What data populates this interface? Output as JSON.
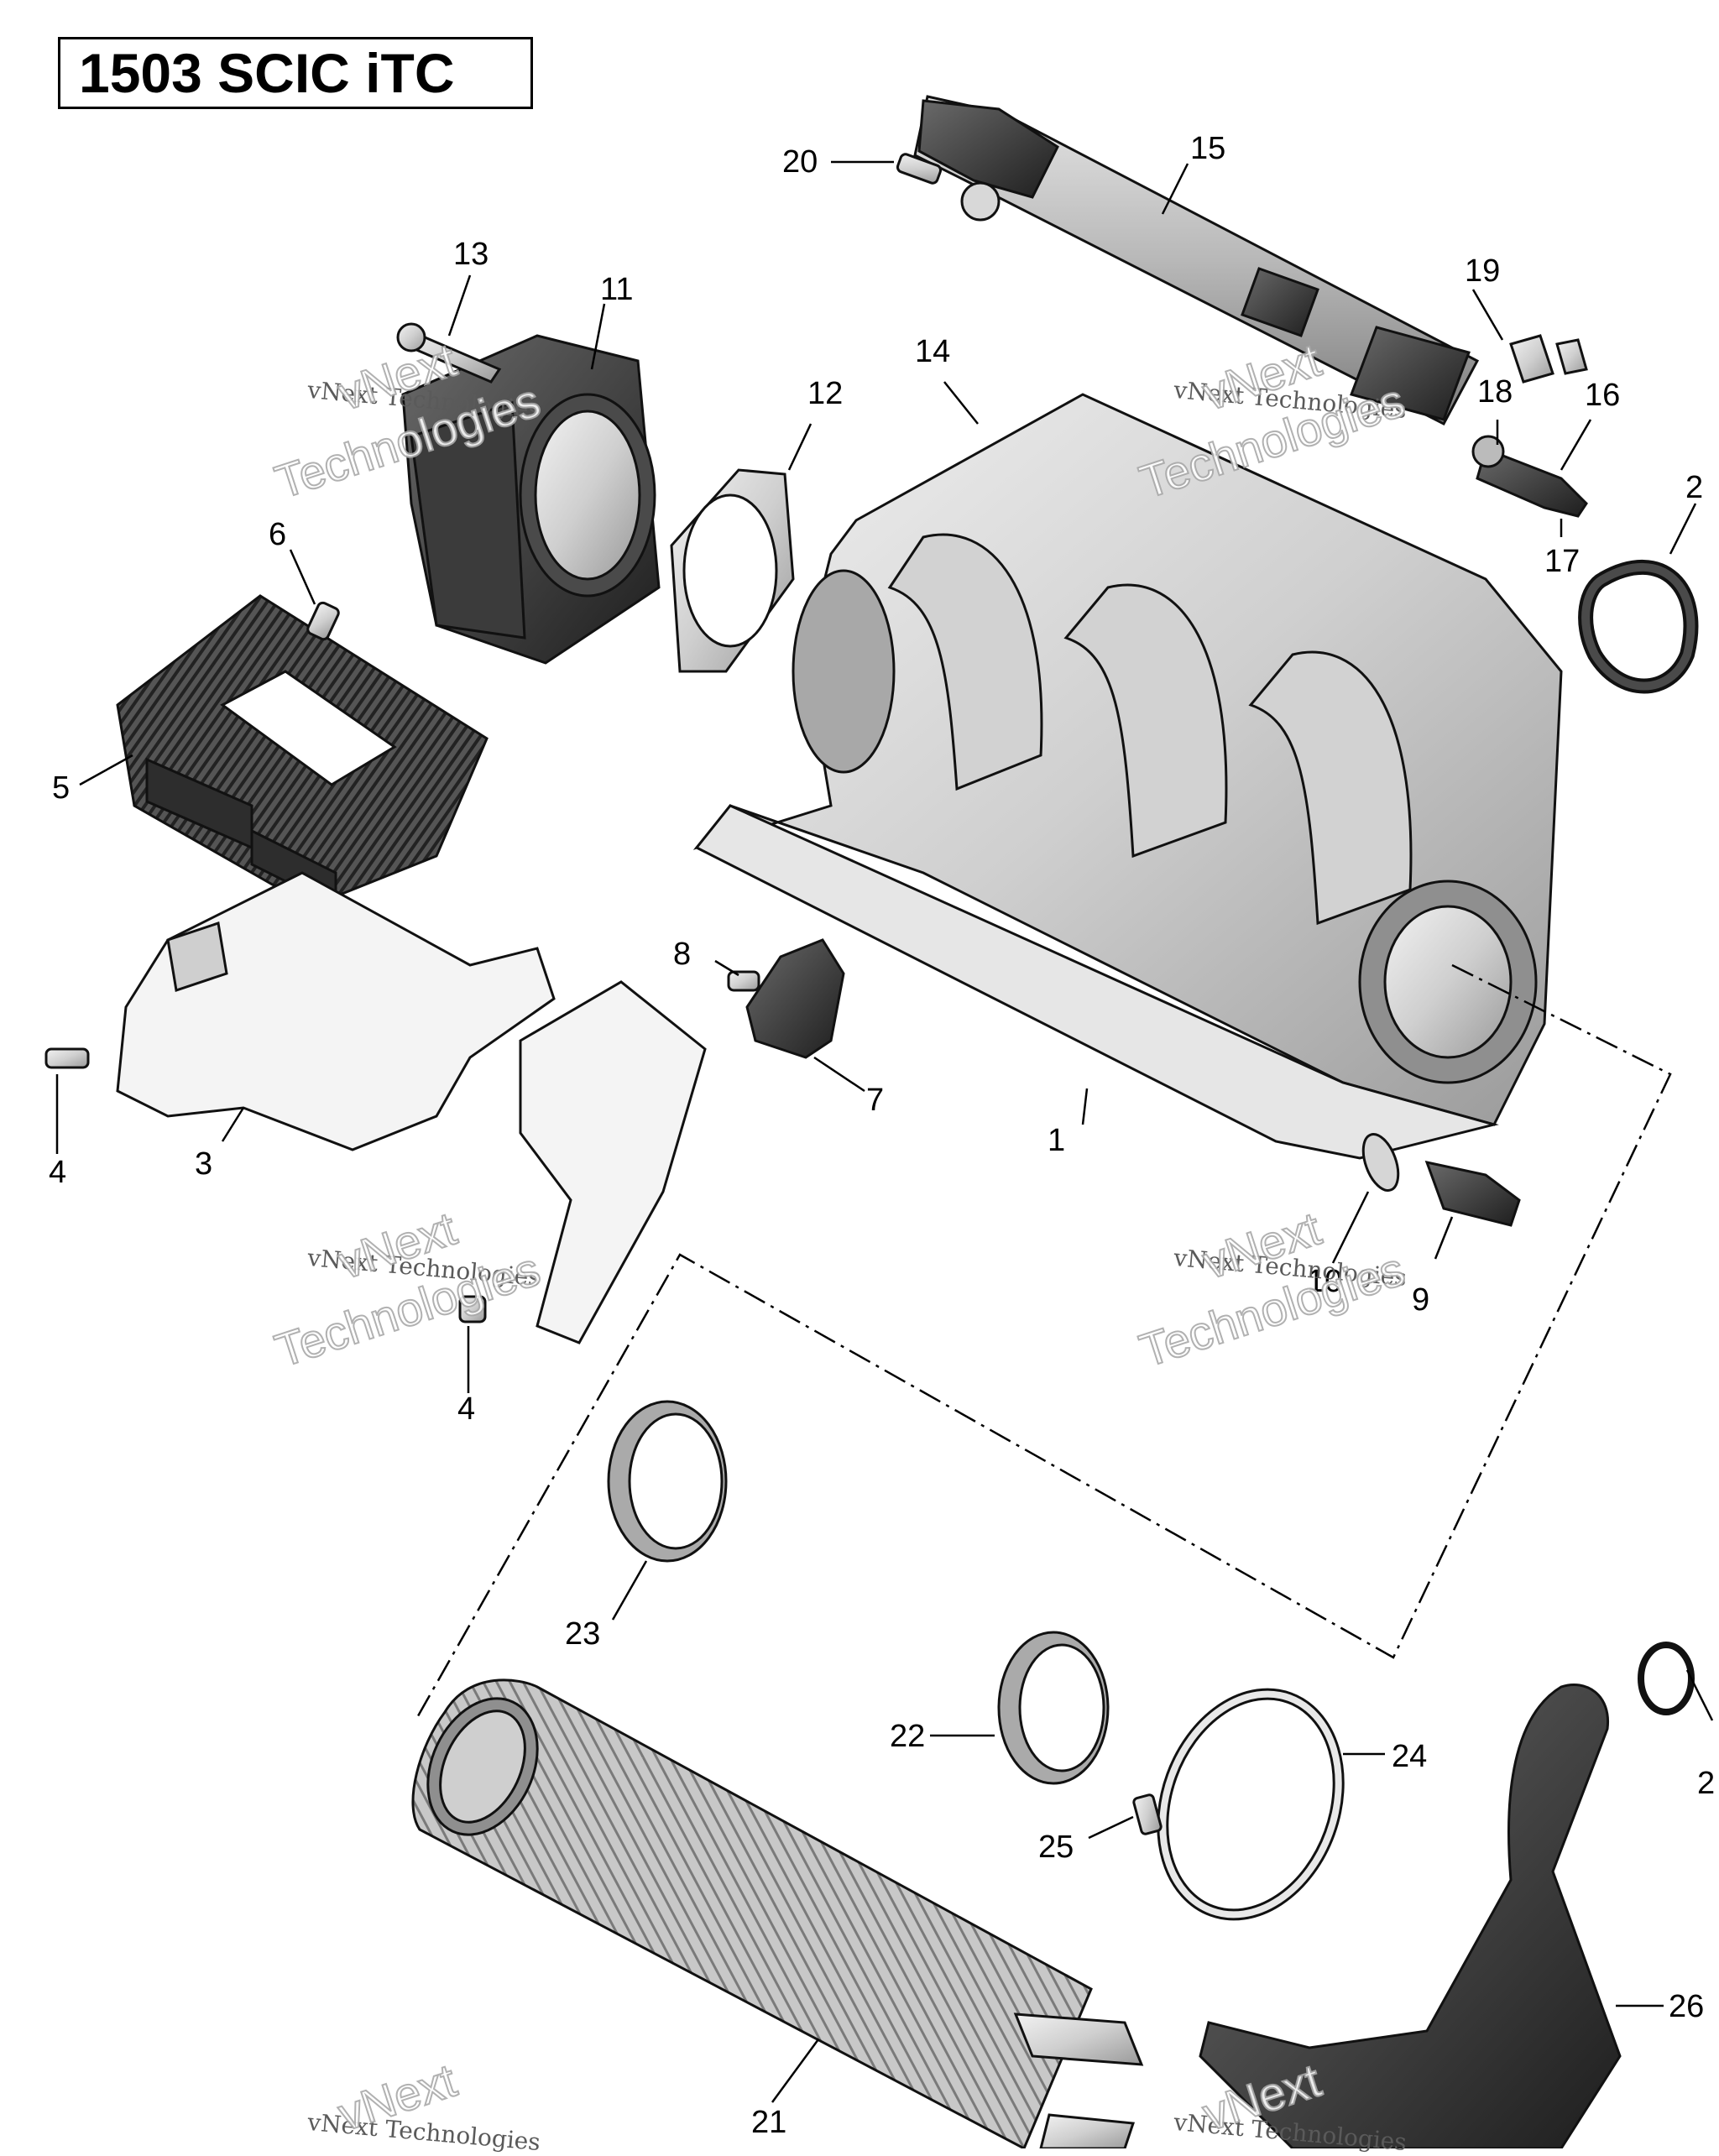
{
  "title": "1503 SCIC iTC",
  "watermark": {
    "line1": "vNext Technologies",
    "line2_top": "vNext",
    "line2_bottom": "Technologies"
  },
  "callouts": [
    {
      "id": "c1",
      "text": "1"
    },
    {
      "id": "c2",
      "text": "2"
    },
    {
      "id": "c3",
      "text": "3"
    },
    {
      "id": "c4a",
      "text": "4"
    },
    {
      "id": "c4b",
      "text": "4"
    },
    {
      "id": "c5",
      "text": "5"
    },
    {
      "id": "c6",
      "text": "6"
    },
    {
      "id": "c7",
      "text": "7"
    },
    {
      "id": "c8",
      "text": "8"
    },
    {
      "id": "c9",
      "text": "9"
    },
    {
      "id": "c10",
      "text": "10"
    },
    {
      "id": "c11",
      "text": "11"
    },
    {
      "id": "c12",
      "text": "12"
    },
    {
      "id": "c13",
      "text": "13"
    },
    {
      "id": "c14",
      "text": "14"
    },
    {
      "id": "c15",
      "text": "15"
    },
    {
      "id": "c16",
      "text": "16"
    },
    {
      "id": "c17",
      "text": "17"
    },
    {
      "id": "c18",
      "text": "18"
    },
    {
      "id": "c19",
      "text": "19"
    },
    {
      "id": "c20",
      "text": "20"
    },
    {
      "id": "c21",
      "text": "21"
    },
    {
      "id": "c22",
      "text": "22"
    },
    {
      "id": "c23",
      "text": "23"
    },
    {
      "id": "c24",
      "text": "24"
    },
    {
      "id": "c25",
      "text": "25"
    },
    {
      "id": "c26",
      "text": "26"
    },
    {
      "id": "c27",
      "text": "2"
    }
  ]
}
